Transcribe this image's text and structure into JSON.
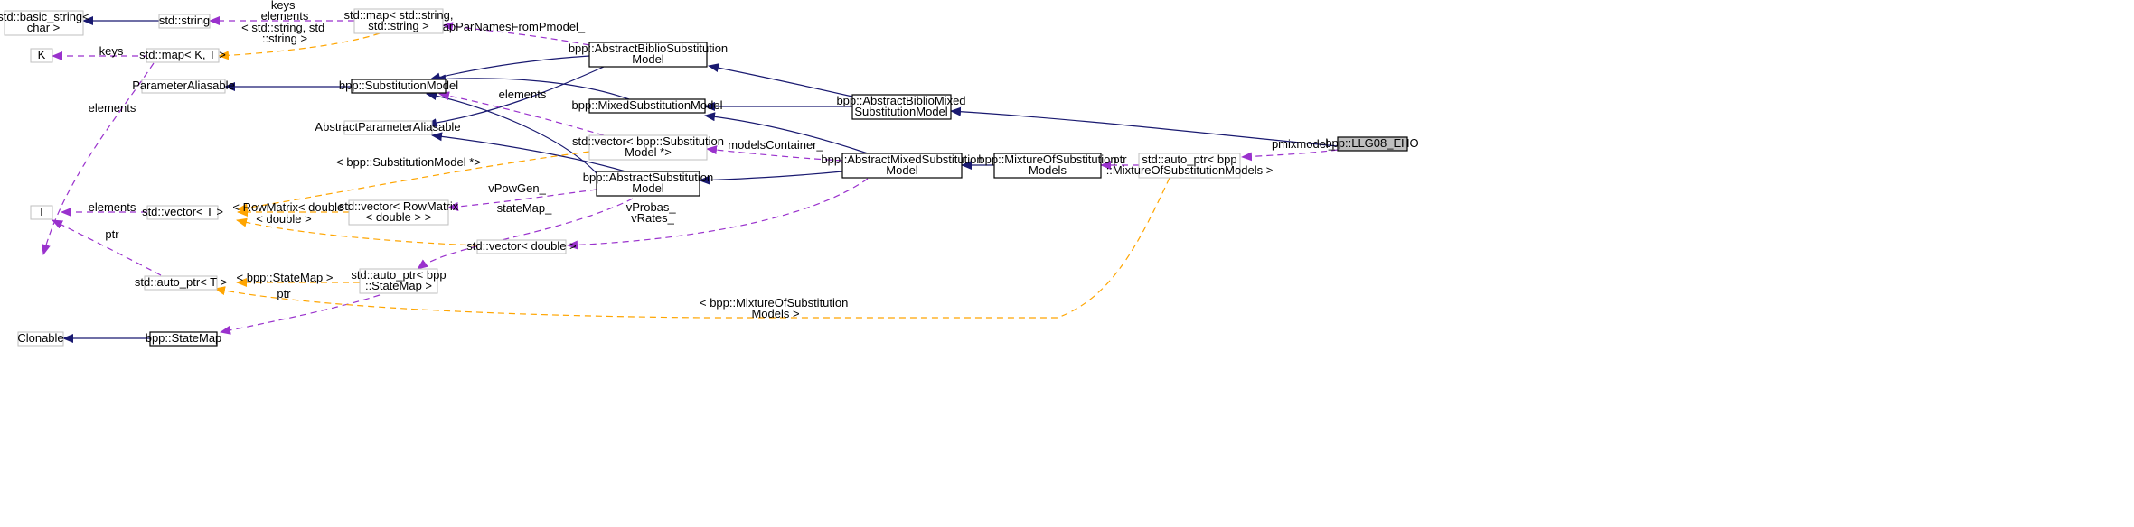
{
  "nodes": {
    "basic_string": [
      "std::basic_string<",
      "char >"
    ],
    "std_string": [
      "std::string"
    ],
    "map_ss": [
      "std::map< std::string,",
      "std::string >"
    ],
    "K": [
      "K"
    ],
    "map_kt": [
      "std::map< K, T >"
    ],
    "param_aliasable": [
      "ParameterAliasable"
    ],
    "abs_param_aliasable": [
      "AbstractParameterAliasable"
    ],
    "T": [
      "T"
    ],
    "vector_t": [
      "std::vector< T >"
    ],
    "auto_ptr_t": [
      "std::auto_ptr< T >"
    ],
    "clonable": [
      "Clonable"
    ],
    "state_map": [
      "bpp::StateMap"
    ],
    "substitution_model": [
      "bpp::SubstitutionModel"
    ],
    "abs_biblio": [
      "bpp::AbstractBiblioSubstitution",
      "Model"
    ],
    "mixed_model": [
      "bpp::MixedSubstitutionModel"
    ],
    "vector_sm": [
      "std::vector< bpp::Substitution",
      "Model *>"
    ],
    "abs_substitution": [
      "bpp::AbstractSubstitution",
      "Model"
    ],
    "vector_rowmatrix": [
      "std::vector< RowMatrix",
      "< double > >"
    ],
    "vector_double": [
      "std::vector< double >"
    ],
    "auto_ptr_statemap": [
      "std::auto_ptr< bpp",
      "::StateMap >"
    ],
    "abs_biblio_mixed": [
      "bpp::AbstractBiblioMixed",
      "SubstitutionModel"
    ],
    "abs_mixed": [
      "bpp::AbstractMixedSubstitution",
      "Model"
    ],
    "mixture": [
      "bpp::MixtureOfSubstitution",
      "Models"
    ],
    "auto_ptr_mixture": [
      "std::auto_ptr< bpp",
      "::MixtureOfSubstitutionModels >"
    ],
    "llg08": [
      "bpp::LLG08_EHO"
    ]
  },
  "edge_labels": {
    "keys_elements": [
      "keys",
      "elements"
    ],
    "map_template": [
      "< std::string, std",
      "::string >"
    ],
    "map_par_names": [
      "mapParNamesFromPmodel_"
    ],
    "keys": [
      "keys"
    ],
    "elements_k": [
      "elements"
    ],
    "elements_sm": [
      "elements"
    ],
    "models_container": [
      "modelsContainer_"
    ],
    "vector_sm_template": [
      "< bpp::SubstitutionModel *>"
    ],
    "elements_t": [
      "elements"
    ],
    "rowmatrix_template": [
      "< RowMatrix< double > >"
    ],
    "double_template": [
      "< double >"
    ],
    "vpowgen": [
      "vPowGen_"
    ],
    "state_map_": [
      "stateMap_"
    ],
    "vprobas": [
      "vProbas_",
      "vRates_"
    ],
    "ptr_t": [
      "ptr"
    ],
    "statemap_template": [
      "< bpp::StateMap >"
    ],
    "ptr_statemap": [
      "ptr"
    ],
    "mixture_template": [
      "< bpp::MixtureOfSubstitution",
      "Models >"
    ],
    "ptr_mixture": [
      "ptr"
    ],
    "pmixmodel": [
      "pmixmodel_"
    ]
  },
  "colors": {
    "inheritance_edge": "#191970",
    "usage_edge": "#9a32cd",
    "template_edge": "#ffa500",
    "gray_node_border": "#bfbfbf",
    "focus_node_fill": "#bfbfbf"
  }
}
